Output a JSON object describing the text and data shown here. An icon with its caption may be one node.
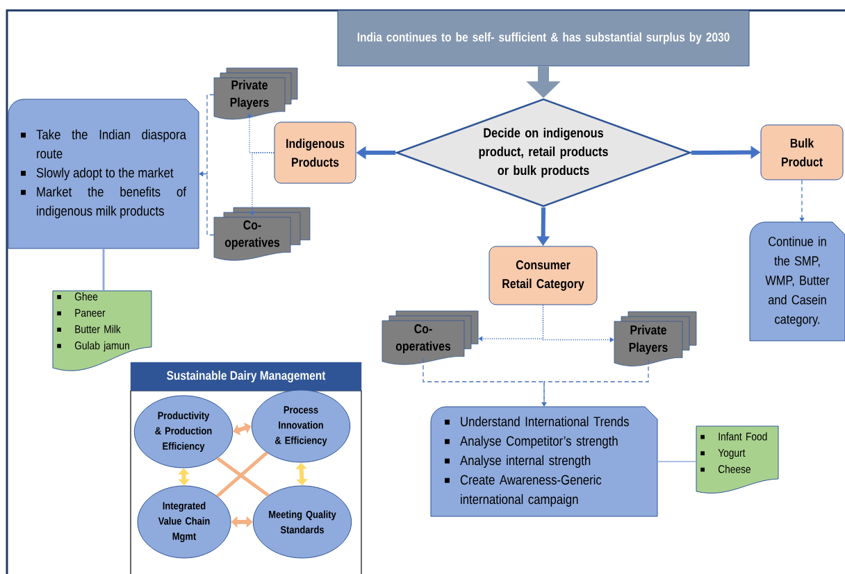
{
  "diagram": {
    "nodes": [
      {
        "text": [
          "India continues to be self- sufficient & has substantial surplus by 2030"
        ]
      },
      {
        "text": [
          "Decide on indigenous product, retail products or bulk products"
        ]
      },
      {
        "text": [
          "Indigenous Products"
        ]
      },
      {
        "text": [
          "Bulk Product"
        ]
      },
      {
        "text": [
          "Consumer Retail Category"
        ]
      },
      {
        "text": [
          "Private Players"
        ]
      },
      {
        "text": [
          "Co-operatives"
        ]
      },
      {
        "text": [
          "Take the Indian diaspora route",
          "Slowly adopt to the market",
          "Market the benefits of indigenous milk products"
        ]
      },
      {
        "text": [
          "Ghee",
          "Paneer",
          "Butter Milk",
          "Gulab jamun"
        ]
      },
      {
        "text": [
          "Continue in the SMP, WMP, Butter and Casein category."
        ]
      },
      {
        "text": [
          "Co-operatives"
        ]
      },
      {
        "text": [
          "Private Players"
        ]
      },
      {
        "text": [
          "Understand International Trends",
          "Analyse Competitor’s strength",
          "Analyse internal strength",
          "Create Awareness-Generic international campaign"
        ]
      },
      {
        "text": [
          "Infant Food",
          "Yogurt",
          "Cheese"
        ]
      },
      {
        "text": [
          "Sustainable Dairy Management"
        ]
      },
      {
        "text": [
          "Productivity & Production Efficiency"
        ],
        "in": 14
      },
      {
        "text": [
          "Process Innovation & Efficiency"
        ],
        "in": 14
      },
      {
        "text": [
          "Integrated Value Chain Mgmt"
        ],
        "in": 14
      },
      {
        "text": [
          "Meeting Quality Standards"
        ],
        "in": 14
      }
    ],
    "edges": [
      {
        "from": 0,
        "to": 1,
        "arrow": "to",
        "style": "thick",
        "color": "#8497b0"
      },
      {
        "from": 1,
        "to": 2,
        "arrow": "to",
        "style": "thick"
      },
      {
        "from": 1,
        "to": 3,
        "arrow": "to",
        "style": "thick"
      },
      {
        "from": 1,
        "to": 4,
        "arrow": "to",
        "style": "thick"
      },
      {
        "from": 2,
        "to": 5,
        "arrow": "to",
        "style": "dashed"
      },
      {
        "from": 2,
        "to": 6,
        "arrow": "to",
        "style": "dashed"
      },
      {
        "from": 5,
        "to": 7,
        "arrow": "to",
        "style": "dashed"
      },
      {
        "from": 6,
        "to": 7,
        "arrow": "to",
        "style": "dashed"
      },
      {
        "from": 7,
        "to": 8,
        "arrow": "none",
        "color": "#8faadc"
      },
      {
        "from": 3,
        "to": 9,
        "arrow": "to",
        "style": "dashed"
      },
      {
        "from": 4,
        "to": 10,
        "arrow": "to",
        "style": "dashed"
      },
      {
        "from": 4,
        "to": 11,
        "arrow": "to",
        "style": "dashed"
      },
      {
        "from": 10,
        "to": 12,
        "arrow": "to",
        "style": "dashed"
      },
      {
        "from": 11,
        "to": 12,
        "arrow": "to",
        "style": "dashed"
      },
      {
        "from": 12,
        "to": 13,
        "arrow": "none",
        "color": "#8faadc"
      },
      {
        "from": 15,
        "to": 16,
        "arrow": "both",
        "style": "thick",
        "color": "#f4b183"
      },
      {
        "from": 15,
        "to": 17,
        "arrow": "both",
        "style": "thick",
        "color": "#ffd966"
      },
      {
        "from": 16,
        "to": 18,
        "arrow": "both",
        "style": "thick",
        "color": "#ffd966"
      },
      {
        "from": 17,
        "to": 18,
        "arrow": "both",
        "style": "thick",
        "color": "#f4b183"
      },
      {
        "from": 15,
        "to": 18,
        "arrow": "none",
        "color": "#f4b183"
      },
      {
        "from": 17,
        "to": 16,
        "arrow": "none",
        "color": "#f4b183"
      }
    ]
  }
}
